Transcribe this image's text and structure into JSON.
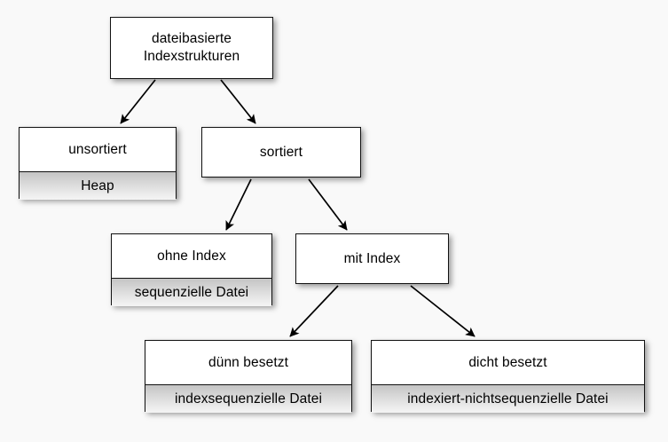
{
  "diagram": {
    "title": "dateibasierte Indexstrukturen",
    "background_color": "#f9f9f9",
    "box_fill": "#ffffff",
    "box_sub_fill": "#d6d6d6",
    "border_color": "#111111",
    "edge_color": "#000000",
    "nodes": [
      {
        "id": "root",
        "label": "dateibasierte\nIndexstrukturen",
        "sub": null
      },
      {
        "id": "unsortiert",
        "label": "unsortiert",
        "sub": "Heap"
      },
      {
        "id": "sortiert",
        "label": "sortiert",
        "sub": null
      },
      {
        "id": "ohne-index",
        "label": "ohne Index",
        "sub": "sequenzielle Datei"
      },
      {
        "id": "mit-index",
        "label": "mit Index",
        "sub": null
      },
      {
        "id": "duenn-besetzt",
        "label": "dünn besetzt",
        "sub": "indexsequenzielle Datei"
      },
      {
        "id": "dicht-besetzt",
        "label": "dicht besetzt",
        "sub": "indexiert-nichtsequenzielle Datei"
      }
    ],
    "edges": [
      {
        "from": "root",
        "to": "unsortiert"
      },
      {
        "from": "root",
        "to": "sortiert"
      },
      {
        "from": "sortiert",
        "to": "ohne-index"
      },
      {
        "from": "sortiert",
        "to": "mit-index"
      },
      {
        "from": "mit-index",
        "to": "duenn-besetzt"
      },
      {
        "from": "mit-index",
        "to": "dicht-besetzt"
      }
    ]
  }
}
